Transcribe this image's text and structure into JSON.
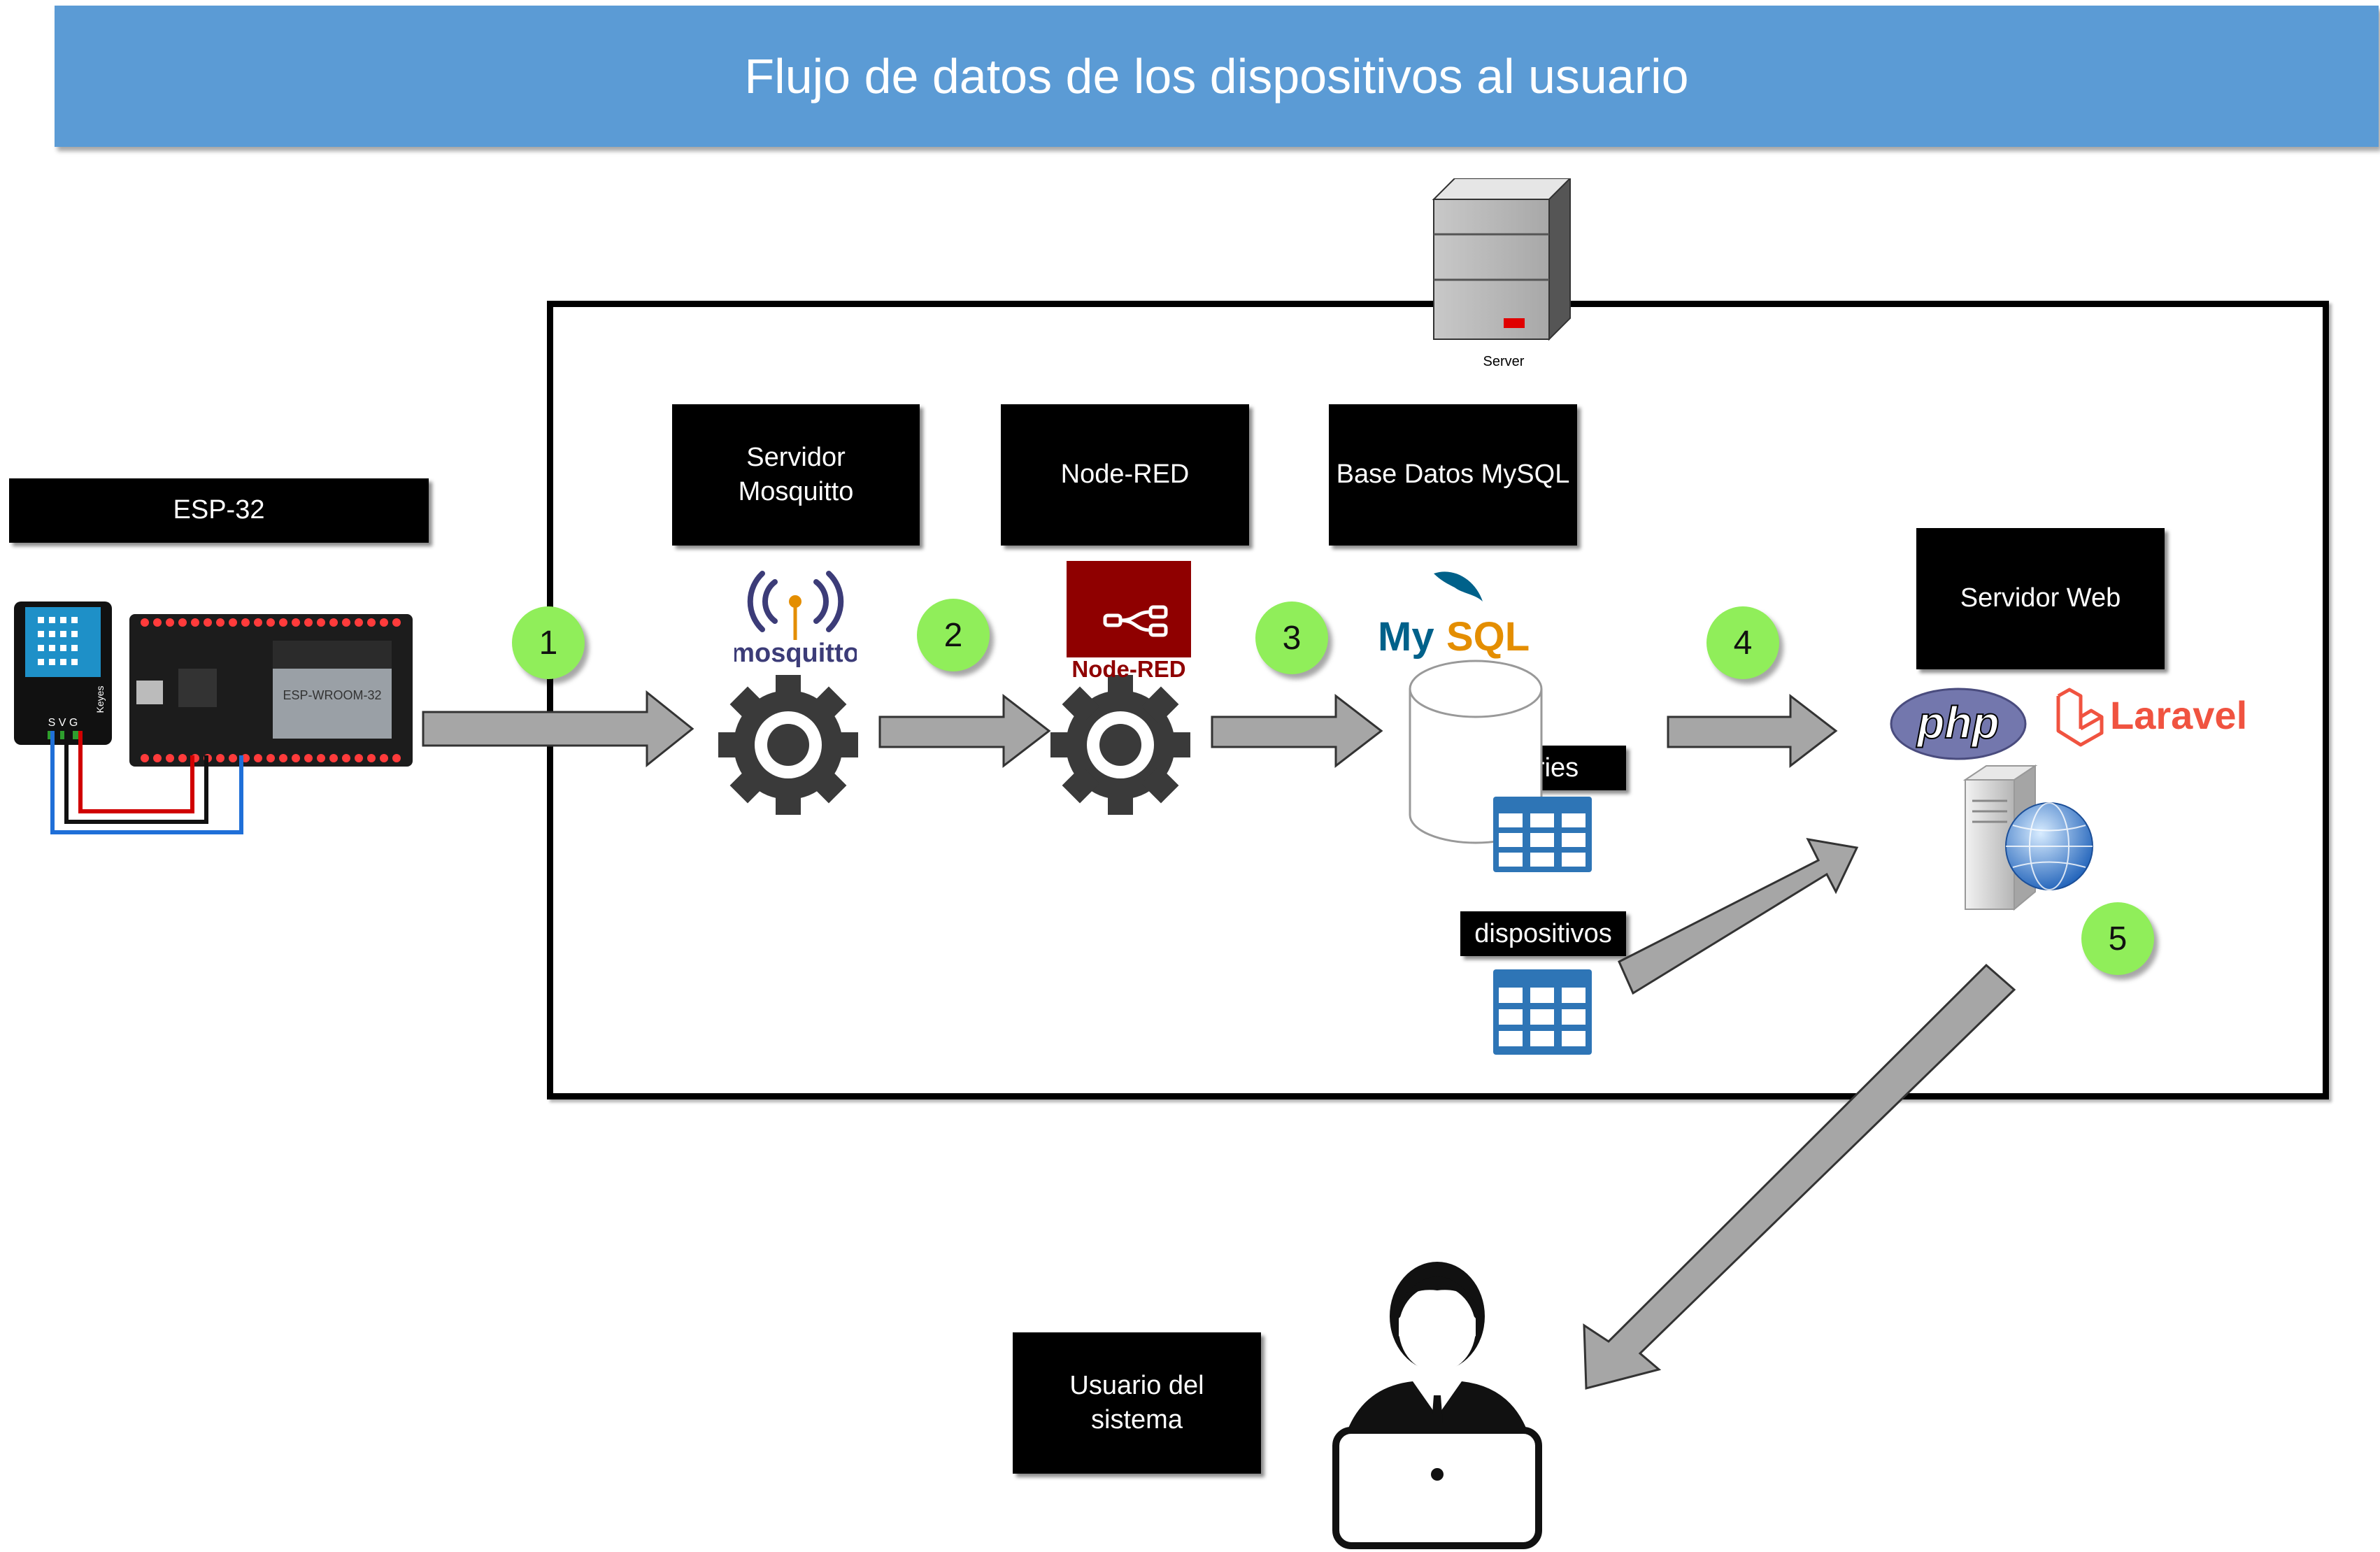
{
  "title": "Flujo de datos de los dispositivos al usuario",
  "server_label": "Server",
  "blocks": {
    "esp32": "ESP-32",
    "mosquitto": "Servidor\nMosquitto",
    "nodered": "Node-RED",
    "mysql": "Base Datos MySQL",
    "webserver": "Servidor Web",
    "user": "Usuario del\nsistema"
  },
  "tables": {
    "series": "series",
    "devices": "dispositivos"
  },
  "steps": [
    "1",
    "2",
    "3",
    "4",
    "5"
  ],
  "logos": {
    "mosquitto": "mosquitto",
    "nodered": "Node-RED",
    "mysql_my": "My",
    "mysql_sql": "SQL",
    "php": "php",
    "laravel": "Laravel"
  },
  "sensor_text": {
    "pins": "S V G",
    "brand": "Keyes"
  },
  "colors": {
    "header": "#5b9bd5",
    "step_badge": "#90ee5a",
    "arrow_fill": "#a6a6a6",
    "nodered_red": "#8f0000",
    "mysql_blue": "#00618a",
    "mysql_orange": "#e48e00",
    "laravel_red": "#f05340",
    "php_purple": "#7377ad"
  },
  "icons": [
    "server-icon",
    "dht-sensor-icon",
    "esp32-board-icon",
    "mosquitto-logo-icon",
    "gear-icon",
    "nodered-logo-icon",
    "mysql-logo-icon",
    "database-cylinder-icon",
    "table-grid-icon",
    "php-logo-icon",
    "laravel-logo-icon",
    "web-server-globe-icon",
    "user-laptop-icon",
    "arrow-icon"
  ]
}
